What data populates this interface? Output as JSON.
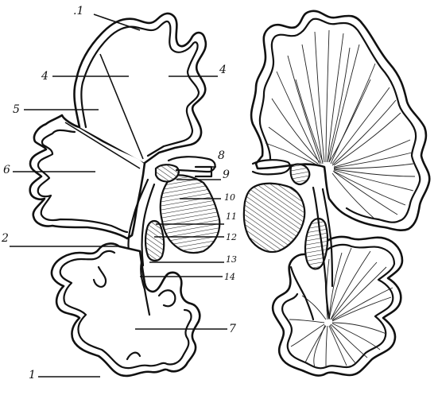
{
  "labels": {
    "l1_top": ".1",
    "l4_left": "4",
    "l4_right": "4",
    "l5": "5",
    "l6": "6",
    "l8": "8",
    "l9": "9",
    "l10": "10",
    "l11": "11",
    "l2": "2",
    "l12": "12",
    "l13": "13",
    "l14": "14",
    "l7": "7",
    "l1_bottom": "1"
  }
}
